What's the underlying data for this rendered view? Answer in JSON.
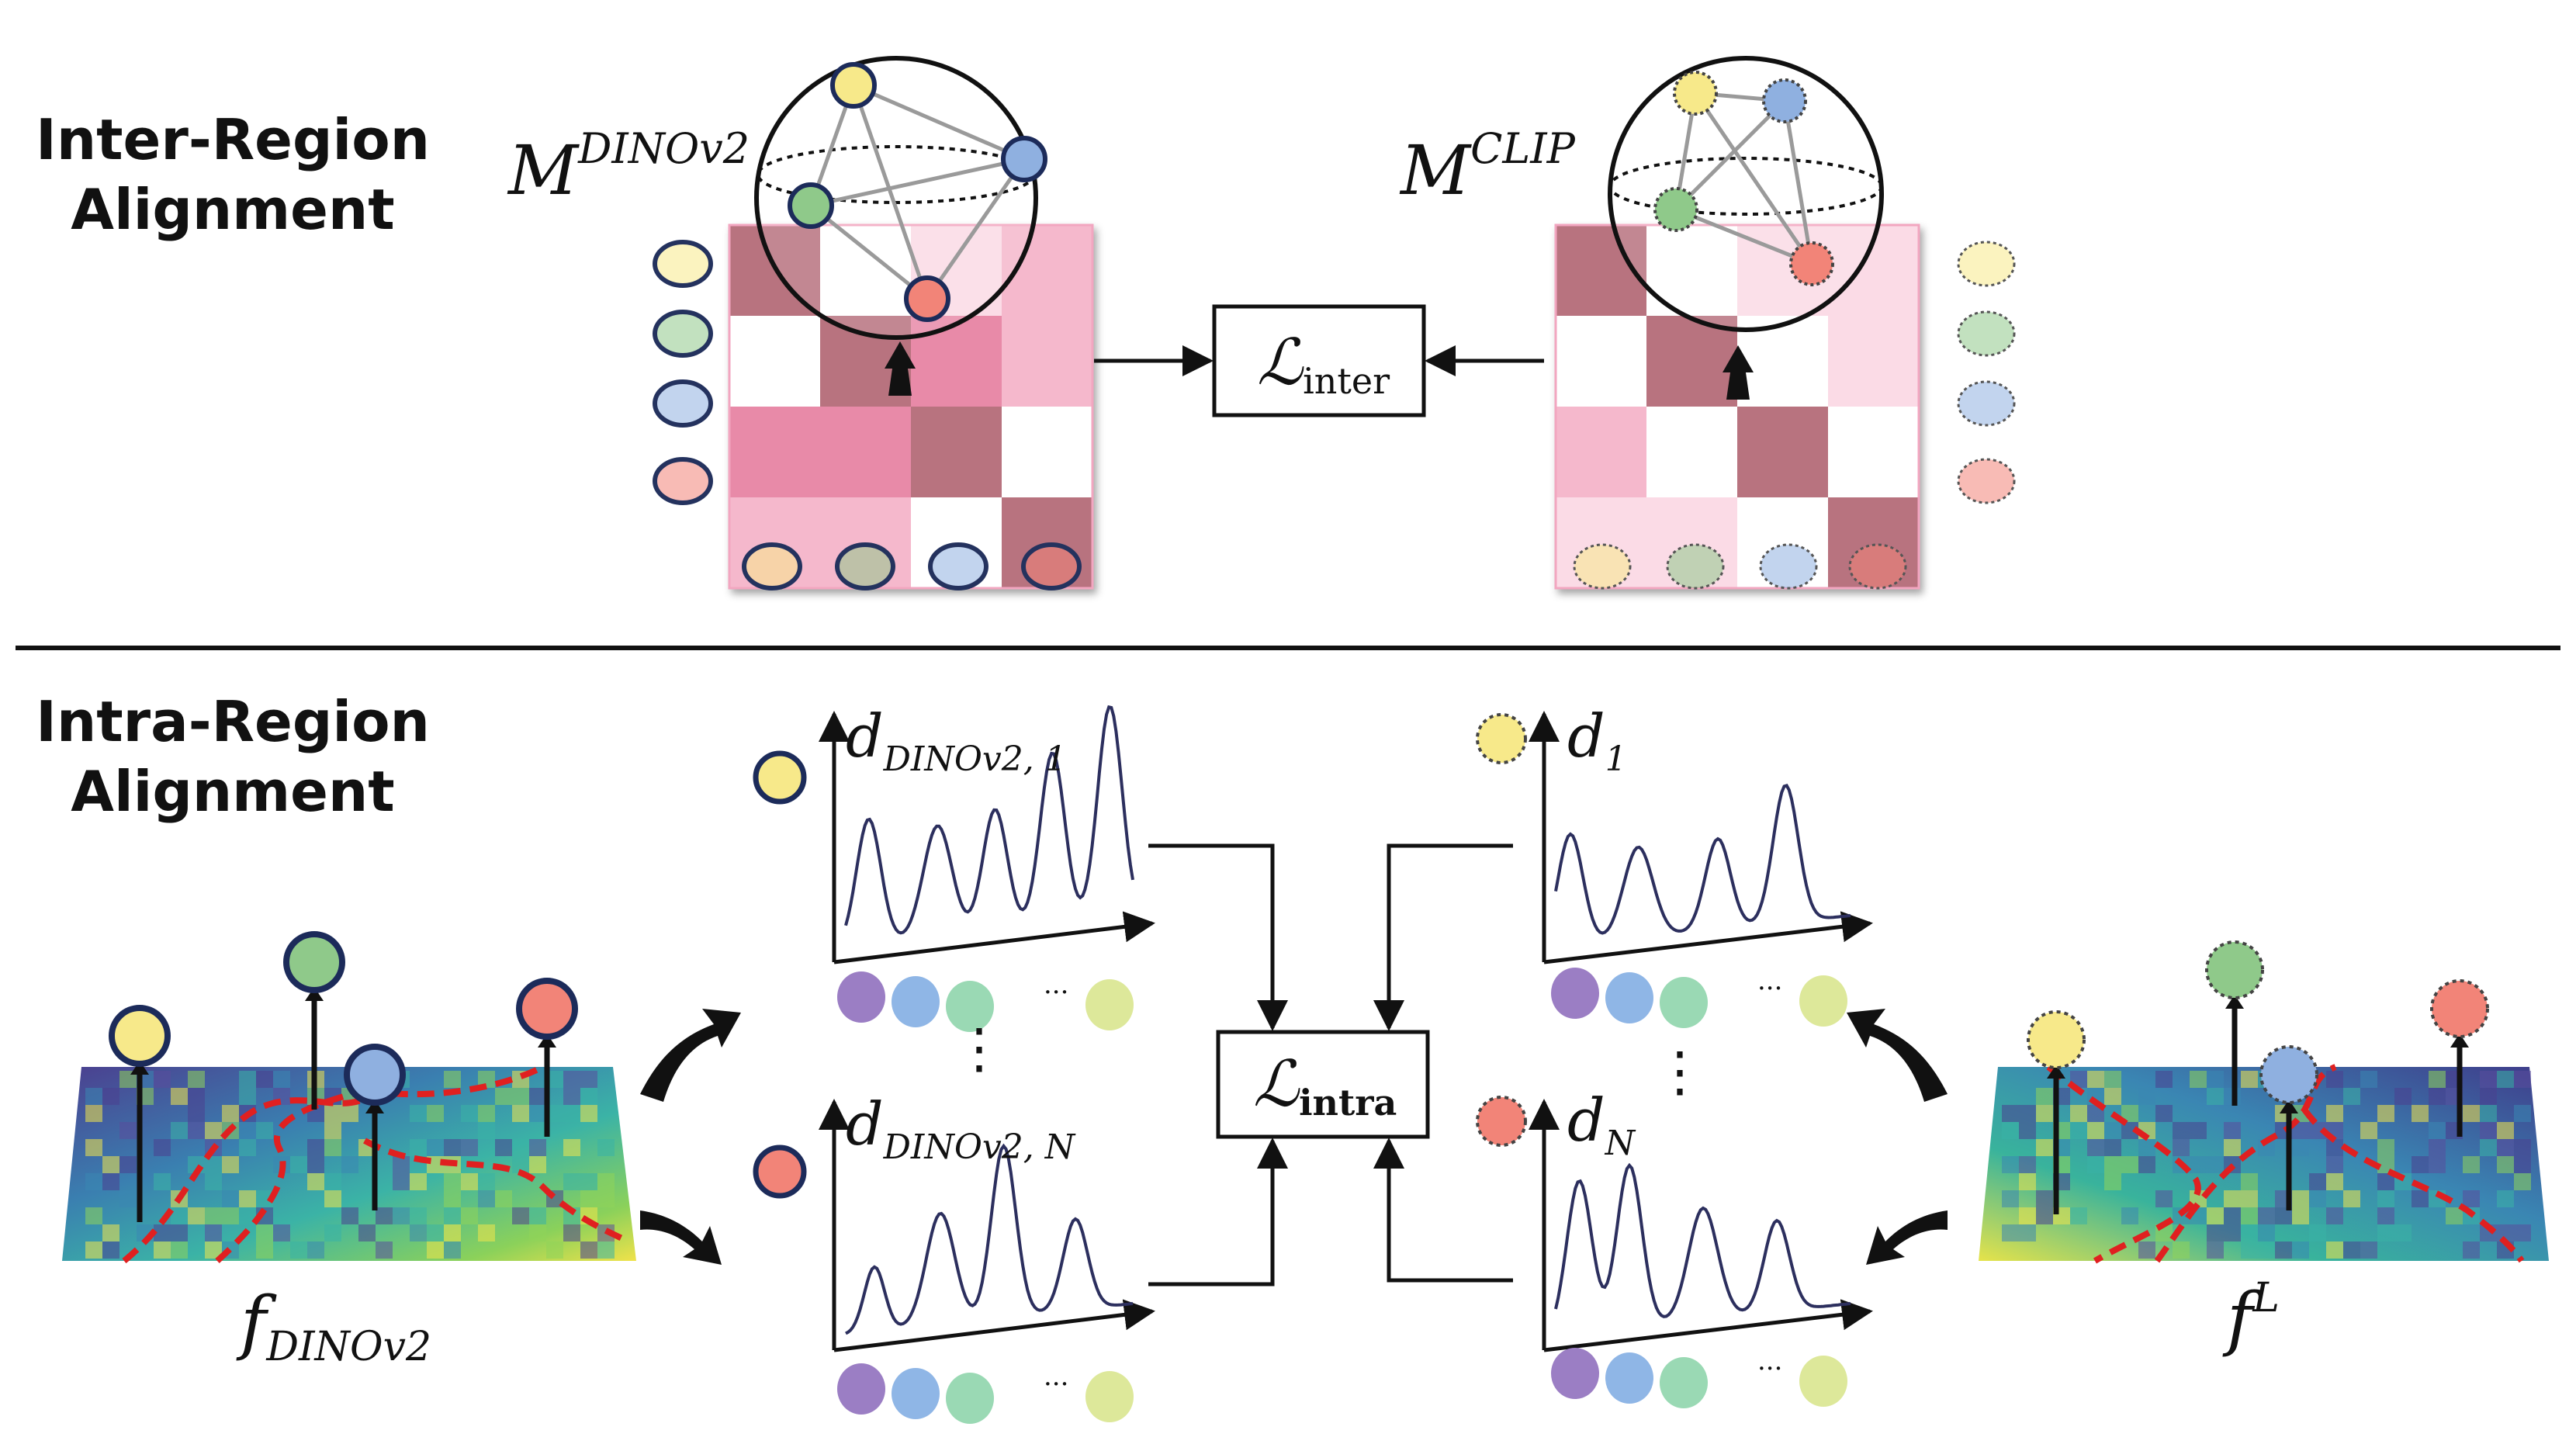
{
  "sections": {
    "inter_title_line1": "Inter-Region",
    "inter_title_line2": "Alignment",
    "intra_title_line1": "Intra-Region",
    "intra_title_line2": "Alignment"
  },
  "matrices": {
    "dino_main": "M",
    "dino_sup": "DINOv2",
    "clip_main": "M",
    "clip_sup": "CLIP"
  },
  "losses": {
    "inter_main": "ℒ",
    "inter_sub": "inter",
    "intra_main": "ℒ",
    "intra_sub": "intra"
  },
  "distributions": {
    "dino_top_main": "d",
    "dino_top_sub": "DINOv2, 1",
    "dino_bottom_main": "d",
    "dino_bottom_sub": "DINOv2, N",
    "clip_top_main": "d",
    "clip_top_sub": "1",
    "clip_bottom_main": "d",
    "clip_bottom_sub": "N",
    "ellipsis": "···",
    "vertical_ellipsis": "⋮"
  },
  "feature_maps": {
    "dino_main": "f",
    "dino_sub": "DINOv2",
    "clip_main": "f",
    "clip_sup": "L"
  },
  "colors": {
    "yellow": "#f7e98a",
    "green": "#8fc98a",
    "blue": "#8fb0e0",
    "red": "#f28478",
    "purple": "#9b7ec4",
    "token_blue": "#8fb6e6",
    "teal": "#9ad9b4",
    "lime": "#dde89a",
    "matrix_dark": "#b8737f",
    "matrix_mid": "#e88aa8",
    "matrix_light": "#f5b8cc",
    "matrix_pale": "#fbdbe6",
    "matrix_white": "#ffffff"
  },
  "icons": [
    "arrow-icon",
    "curved-arrow-icon",
    "node-icon",
    "magnifier-circle-icon"
  ]
}
